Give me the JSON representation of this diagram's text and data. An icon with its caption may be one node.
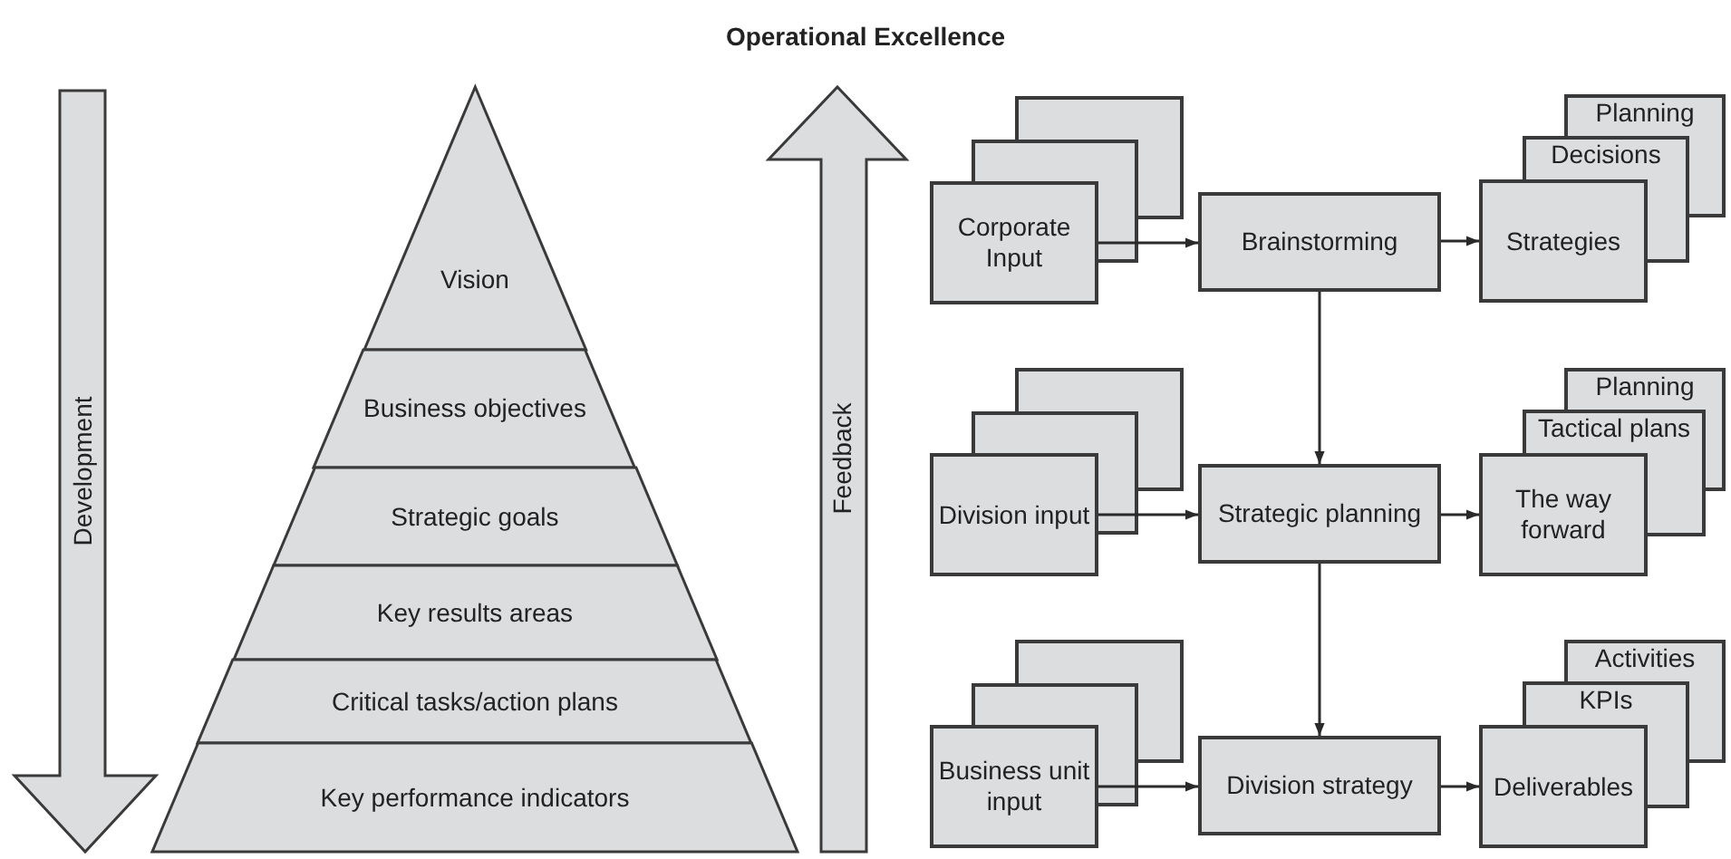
{
  "diagram": {
    "title": "Operational Excellence",
    "nodes": [
      {
        "text": [
          "Development"
        ]
      },
      {
        "text": [
          "Vision"
        ]
      },
      {
        "text": [
          "Business objectives"
        ]
      },
      {
        "text": [
          "Strategic goals"
        ]
      },
      {
        "text": [
          "Key results areas"
        ]
      },
      {
        "text": [
          "Critical tasks/action plans"
        ]
      },
      {
        "text": [
          "Key performance indicators"
        ]
      },
      {
        "text": [
          "Feedback"
        ]
      },
      {
        "text": [
          "Corporate Input"
        ]
      },
      {
        "text": [
          "Brainstorming"
        ]
      },
      {
        "text": [
          "Planning",
          "Decisions",
          "Strategies"
        ]
      },
      {
        "text": [
          "Division input"
        ]
      },
      {
        "text": [
          "Strategic planning"
        ]
      },
      {
        "text": [
          "Planning",
          "Tactical plans",
          "The way forward"
        ]
      },
      {
        "text": [
          "Business unit input"
        ]
      },
      {
        "text": [
          "Division strategy"
        ]
      },
      {
        "text": [
          "Activities",
          "KPIs",
          "Deliverables"
        ]
      }
    ],
    "edges": [
      {
        "from": 8,
        "to": 9,
        "arrow": "to"
      },
      {
        "from": 9,
        "to": 10,
        "arrow": "to"
      },
      {
        "from": 9,
        "to": 12,
        "arrow": "to"
      },
      {
        "from": 11,
        "to": 12,
        "arrow": "to"
      },
      {
        "from": 12,
        "to": 13,
        "arrow": "to"
      },
      {
        "from": 12,
        "to": 15,
        "arrow": "to"
      },
      {
        "from": 14,
        "to": 15,
        "arrow": "to"
      },
      {
        "from": 15,
        "to": 16,
        "arrow": "to"
      }
    ]
  }
}
